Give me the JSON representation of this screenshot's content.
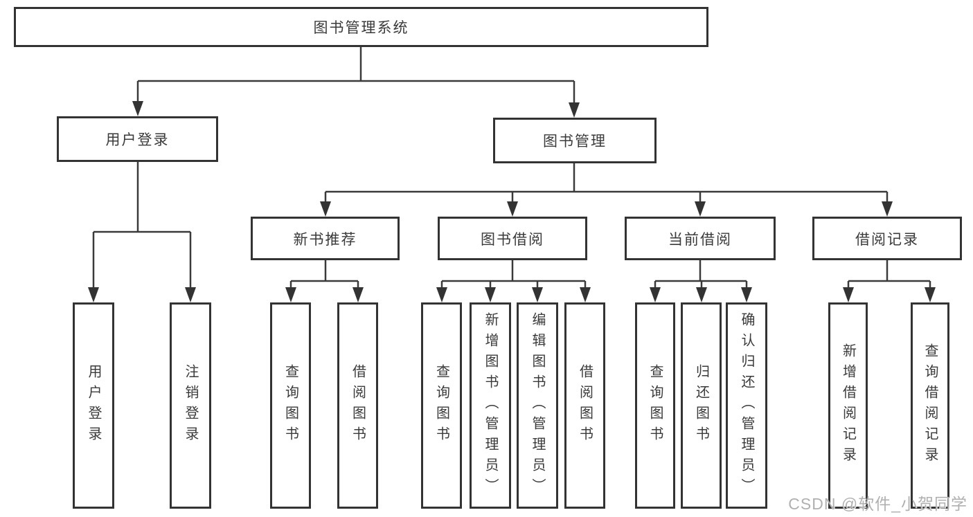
{
  "tree": {
    "label": "图书管理系统",
    "children": [
      {
        "label": "用户登录",
        "children": [
          {
            "label": "用户登录"
          },
          {
            "label": "注销登录"
          }
        ]
      },
      {
        "label": "图书管理",
        "children": [
          {
            "label": "新书推荐",
            "children": [
              {
                "label": "查询图书"
              },
              {
                "label": "借阅图书"
              }
            ]
          },
          {
            "label": "图书借阅",
            "children": [
              {
                "label": "查询图书"
              },
              {
                "label": "新增图书（管理员）"
              },
              {
                "label": "编辑图书（管理员）"
              },
              {
                "label": "借阅图书"
              }
            ]
          },
          {
            "label": "当前借阅",
            "children": [
              {
                "label": "查询图书"
              },
              {
                "label": "归还图书"
              },
              {
                "label": "确认归还（管理员）"
              }
            ]
          },
          {
            "label": "借阅记录",
            "children": [
              {
                "label": "新增借阅记录"
              },
              {
                "label": "查询借阅记录"
              }
            ]
          }
        ]
      }
    ]
  },
  "watermark": {
    "text": "CSDN @软件_小贺同学"
  },
  "colors": {
    "box_border": "#333333",
    "connector_line": "#3a3a3a",
    "watermark_gray": "#b0b0b0"
  }
}
